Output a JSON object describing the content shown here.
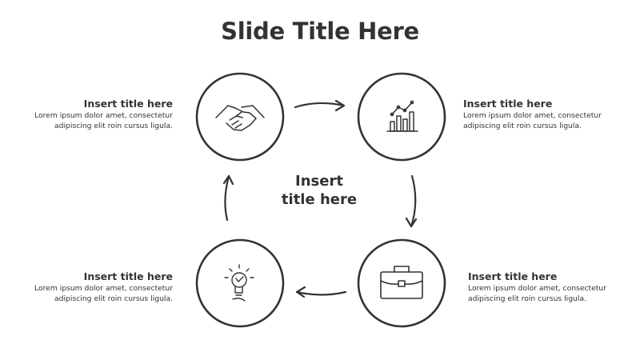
{
  "slide": {
    "title": "Slide Title Here",
    "center_title": "Insert title here"
  },
  "steps": [
    {
      "icon": "handshake-icon",
      "title": "Insert title here",
      "body": "Lorem ipsum dolor amet, consectetur adipiscing elit roin cursus ligula."
    },
    {
      "icon": "growth-chart-icon",
      "title": "Insert title here",
      "body": "Lorem ipsum dolor amet, consectetur adipiscing elit roin cursus ligula."
    },
    {
      "icon": "briefcase-icon",
      "title": "Insert title here",
      "body": "Lorem ipsum dolor amet, consectetur adipiscing elit roin cursus ligula."
    },
    {
      "icon": "lightbulb-icon",
      "title": "Insert title here",
      "body": "Lorem ipsum dolor amet, consectetur adipiscing elit roin cursus ligula."
    }
  ],
  "colors": {
    "ink": "#333333",
    "background": "#ffffff"
  }
}
